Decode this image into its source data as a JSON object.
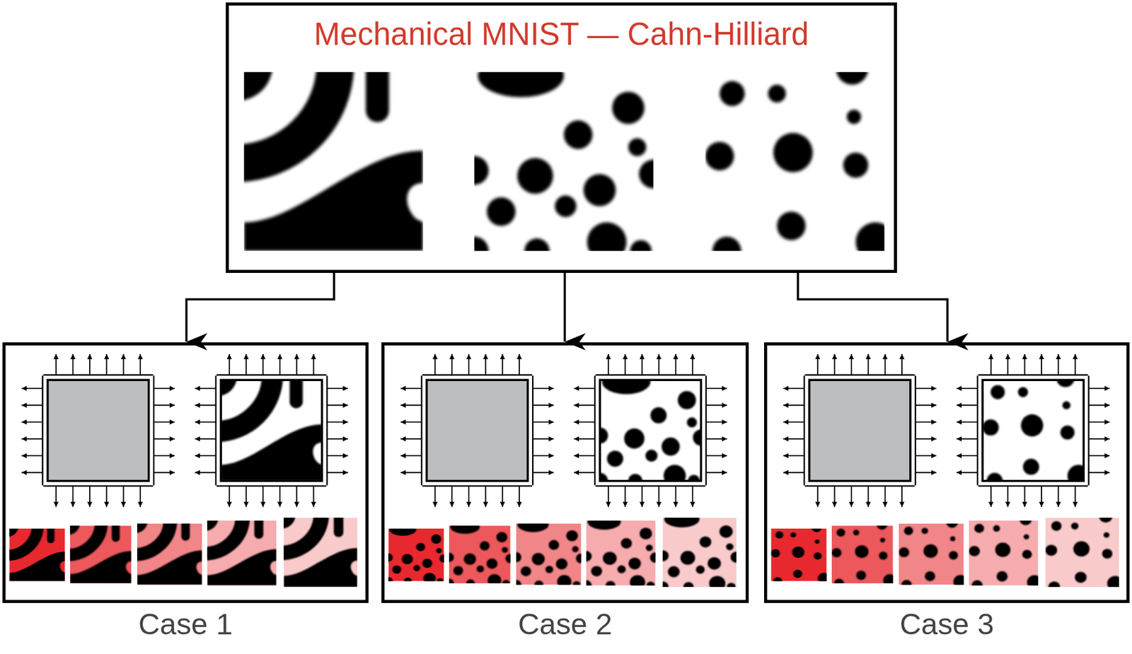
{
  "diagram": {
    "nodes": [
      {
        "text": [
          "Mechanical MNIST — Cahn-Hilliard"
        ]
      },
      {
        "text": [
          "Case 1"
        ]
      },
      {
        "text": [
          "Case 2"
        ]
      },
      {
        "text": [
          "Case 3"
        ]
      }
    ],
    "edges": [
      {
        "from": 0,
        "to": 1,
        "arrow": "to"
      },
      {
        "from": 0,
        "to": 2,
        "arrow": "to"
      },
      {
        "from": 0,
        "to": 3,
        "arrow": "to"
      }
    ]
  }
}
